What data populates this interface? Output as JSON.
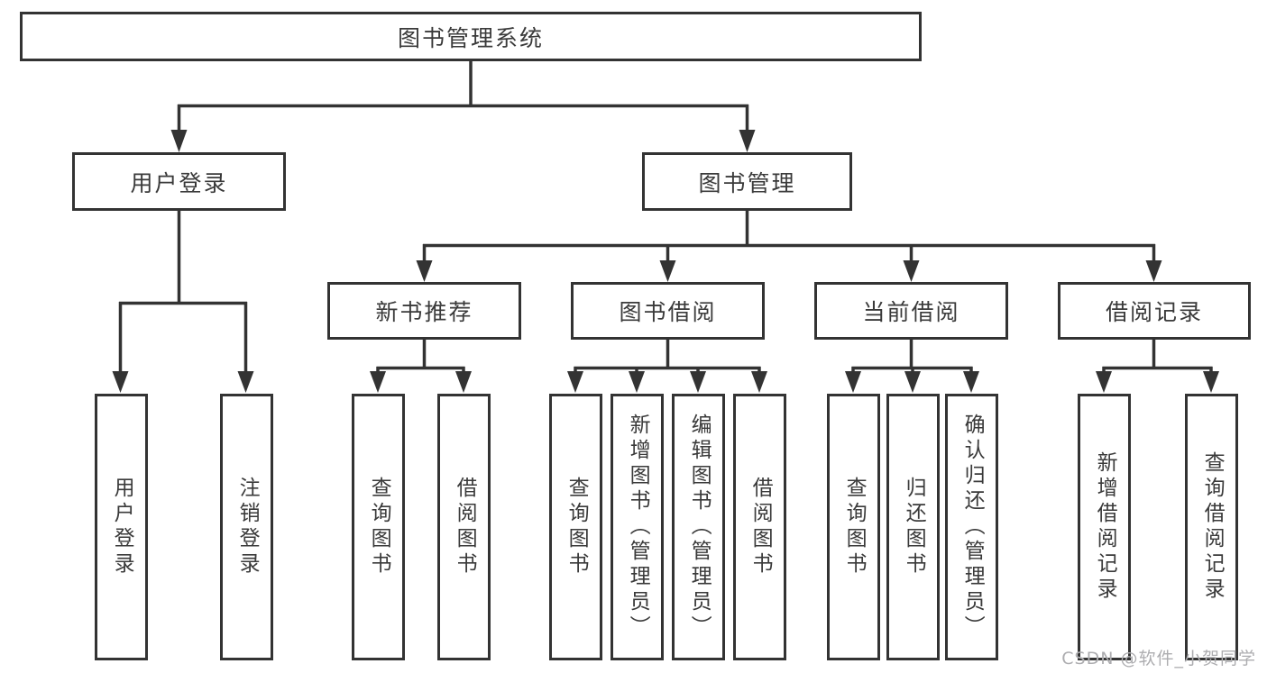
{
  "diagram": {
    "colors": {
      "line": "#333333",
      "text": "#3a3a3a",
      "box_border": "#333333",
      "watermark": "#adadb0"
    },
    "nodes": {
      "root": "图书管理系统",
      "user_login": "用户登录",
      "book_mgmt": "图书管理",
      "new_book_rec": "新书推荐",
      "book_borrow": "图书借阅",
      "current_borrow": "当前借阅",
      "borrow_records": "借阅记录",
      "leaves": {
        "user": [
          "用户登录",
          "注销登录"
        ],
        "recommend": [
          "查询图书",
          "借阅图书"
        ],
        "borrow": [
          "查询图书",
          "新增图书（管理员）",
          "编辑图书（管理员）",
          "借阅图书"
        ],
        "current": [
          "查询图书",
          "归还图书",
          "确认归还（管理员）"
        ],
        "records": [
          "新增借阅记录",
          "查询借阅记录"
        ]
      }
    }
  },
  "watermark": "CSDN @软件_小贺同学"
}
